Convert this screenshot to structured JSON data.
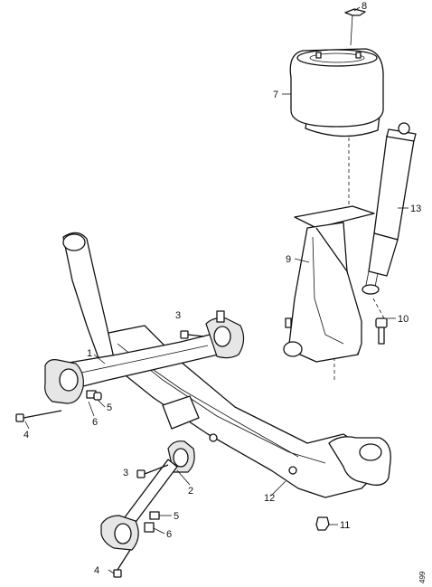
{
  "callouts": {
    "c1": "1",
    "c2": "2",
    "c3a": "3",
    "c3b": "3",
    "c4a": "4",
    "c4b": "4",
    "c5a": "5",
    "c5b": "5",
    "c6a": "6",
    "c6b": "6",
    "c7": "7",
    "c8": "8",
    "c9": "9",
    "c10": "10",
    "c11": "11",
    "c12": "12",
    "c13": "13"
  },
  "drawing_ref": "499"
}
